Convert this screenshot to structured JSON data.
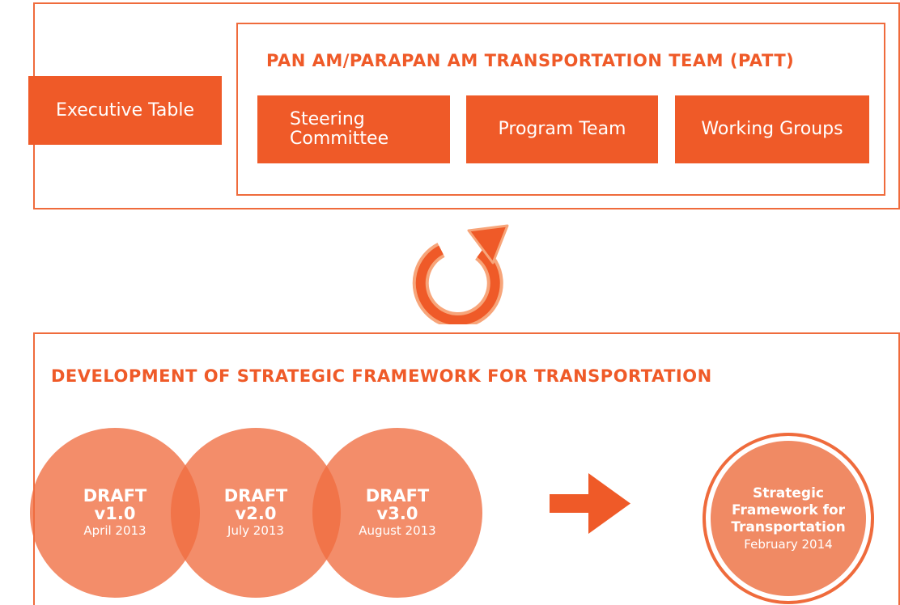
{
  "governance": {
    "executive_table": "Executive Table",
    "patt_title": "PAN AM/PARAPAN AM TRANSPORTATION TEAM (PATT)",
    "steering_committee": [
      "Steering",
      "Committee"
    ],
    "program_team": "Program Team",
    "working_groups": "Working Groups"
  },
  "cycle": {
    "icon": "refresh-cycle-icon"
  },
  "development": {
    "title": "DEVELOPMENT OF STRATEGIC FRAMEWORK FOR TRANSPORTATION",
    "drafts": [
      {
        "label": "DRAFT",
        "version": "v1.0",
        "date": "April 2013"
      },
      {
        "label": "DRAFT",
        "version": "v2.0",
        "date": "July 2013"
      },
      {
        "label": "DRAFT",
        "version": "v3.0",
        "date": "August 2013"
      }
    ],
    "arrow_icon": "arrow-right-icon",
    "final": {
      "title_lines": [
        "Strategic",
        "Framework for",
        "Transportation"
      ],
      "date": "February 2014"
    }
  },
  "colors": {
    "accent": "#ef5a28",
    "circle": "#f08a64"
  }
}
